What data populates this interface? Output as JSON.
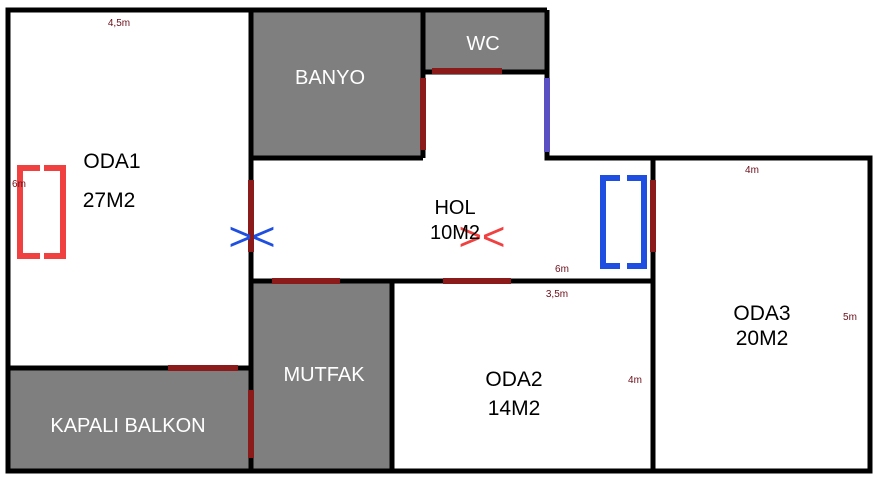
{
  "rooms": {
    "oda1": {
      "name": "ODA1",
      "area": "27M2"
    },
    "banyo": {
      "name": "BANYO"
    },
    "wc": {
      "name": "WC"
    },
    "hol": {
      "name": "HOL",
      "area": "10M2"
    },
    "oda3": {
      "name": "ODA3",
      "area": "20M2"
    },
    "mutfak": {
      "name": "MUTFAK"
    },
    "oda2": {
      "name": "ODA2",
      "area": "14M2"
    },
    "balkon": {
      "name": "KAPALI BALKON"
    }
  },
  "dimensions": {
    "oda1_width": "4,5m",
    "oda1_height": "6m",
    "oda3_width": "4m",
    "oda3_height": "5m",
    "hol_length": "6m",
    "oda2_width": "3,5m",
    "oda2_height": "4m"
  },
  "symbols": {
    "bracket_left": "[",
    "bracket_right": "]",
    "arrows_blue": "><",
    "arrows_red": "><"
  },
  "colors": {
    "wall": "#000000",
    "wet_area": "#7f7f7f",
    "door": "#8b1a1a",
    "window": "#5b4fc4",
    "red_marker": "#f04040",
    "blue_marker": "#1f4fe0",
    "dim_text": "#6b0f1a"
  }
}
